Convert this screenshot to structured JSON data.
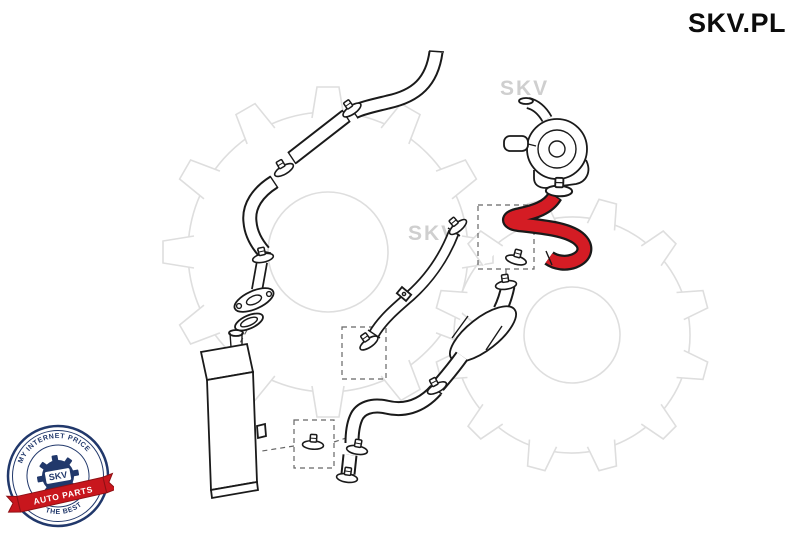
{
  "brand": {
    "logo_text": "SKV.PL",
    "watermark_text": "SKV"
  },
  "badge": {
    "arc_text_top": "MY INTERNET PRICE",
    "arc_text_bottom": "THE BEST",
    "center_text": "SKV",
    "ribbon_text": "AUTO PARTS"
  },
  "colors": {
    "highlight_red": "#d41c24",
    "badge_navy": "#21386b",
    "ribbon_red": "#c8161d",
    "line_black": "#1a1a1a",
    "watermark_gray": "#dedede"
  },
  "diagram": {
    "type": "exploded-parts-diagram",
    "highlighted_part": "charge-air-hose-red",
    "parts": [
      "turbocharger",
      "charge-air-hose-highlighted-red",
      "intercooler",
      "charge-air-metal-pipe",
      "elbow-hose-top",
      "straight-hose",
      "elbow-hose-left",
      "flange-with-gasket",
      "resonator-hose",
      "bottom-hose",
      "hose-clamps"
    ]
  }
}
